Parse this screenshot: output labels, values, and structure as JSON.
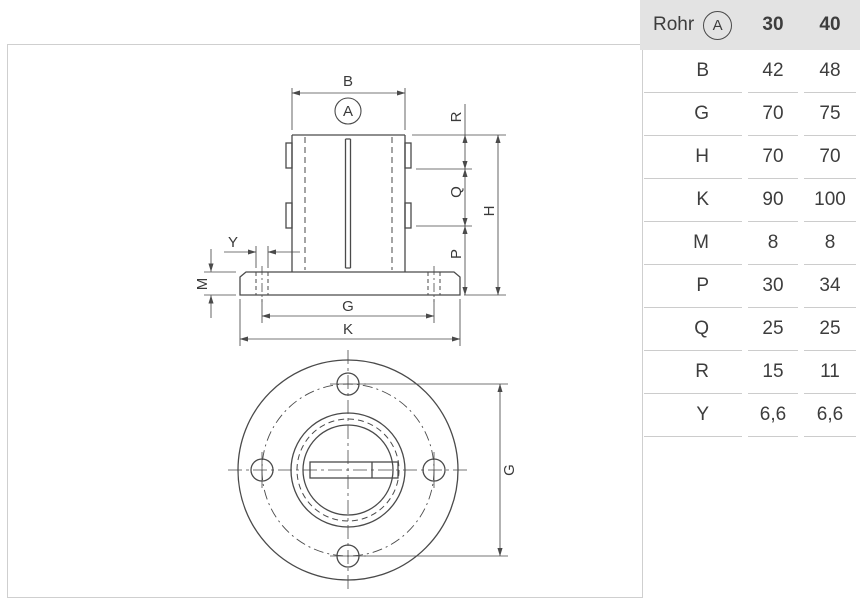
{
  "table": {
    "header": {
      "label": "Rohr",
      "circle_label": "A",
      "col1": "30",
      "col2": "40"
    },
    "rows": [
      {
        "label": "B",
        "v30": "42",
        "v40": "48"
      },
      {
        "label": "G",
        "v30": "70",
        "v40": "75"
      },
      {
        "label": "H",
        "v30": "70",
        "v40": "70"
      },
      {
        "label": "K",
        "v30": "90",
        "v40": "100"
      },
      {
        "label": "M",
        "v30": "8",
        "v40": "8"
      },
      {
        "label": "P",
        "v30": "30",
        "v40": "34"
      },
      {
        "label": "Q",
        "v30": "25",
        "v40": "25"
      },
      {
        "label": "R",
        "v30": "15",
        "v40": "11"
      },
      {
        "label": "Y",
        "v30": "6,6",
        "v40": "6,6"
      }
    ]
  },
  "drawing": {
    "labels": {
      "b": "B",
      "a": "A",
      "r": "R",
      "q": "Q",
      "h": "H",
      "p": "P",
      "y": "Y",
      "m": "M",
      "g_front": "G",
      "k": "K",
      "g_bottom": "G"
    }
  }
}
